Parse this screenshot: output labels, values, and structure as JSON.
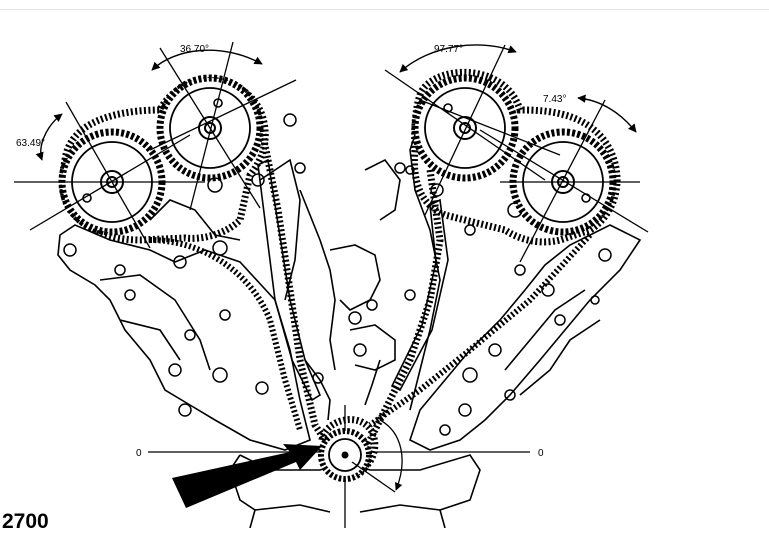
{
  "figure_number": "2700",
  "angles": {
    "left_outer": "63.49°",
    "left_inner": "36.70°",
    "right_inner": "97.77°",
    "right_outer": "7.43°"
  },
  "crank_marks": {
    "left": "0",
    "right": "0"
  },
  "colors": {
    "ink": "#000000",
    "background": "#ffffff"
  },
  "icons": [
    "sprocket-icon",
    "timing-chain-icon",
    "arrow-icon"
  ]
}
